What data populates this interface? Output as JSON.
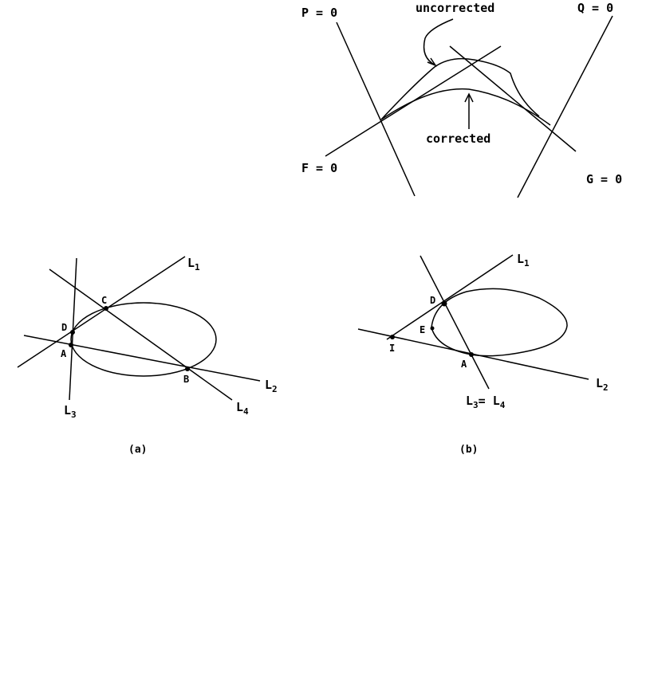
{
  "top": {
    "P": "P = 0",
    "Q": "Q = 0",
    "F": "F = 0",
    "G": "G = 0",
    "uncorrected": "uncorrected",
    "corrected": "corrected"
  },
  "fig_a": {
    "L1": {
      "base": "L",
      "sub": "1"
    },
    "L2": {
      "base": "L",
      "sub": "2"
    },
    "L3": {
      "base": "L",
      "sub": "3"
    },
    "L4": {
      "base": "L",
      "sub": "4"
    },
    "A": "A",
    "B": "B",
    "C": "C",
    "D": "D",
    "caption": "(a)"
  },
  "fig_b": {
    "L1": {
      "base": "L",
      "sub": "1"
    },
    "L2": {
      "base": "L",
      "sub": "2"
    },
    "L34": {
      "base1": "L",
      "sub1": "3",
      "eq": "= L",
      "sub2": "4"
    },
    "A": "A",
    "D": "D",
    "E": "E",
    "I": "I",
    "caption": "(b)"
  }
}
